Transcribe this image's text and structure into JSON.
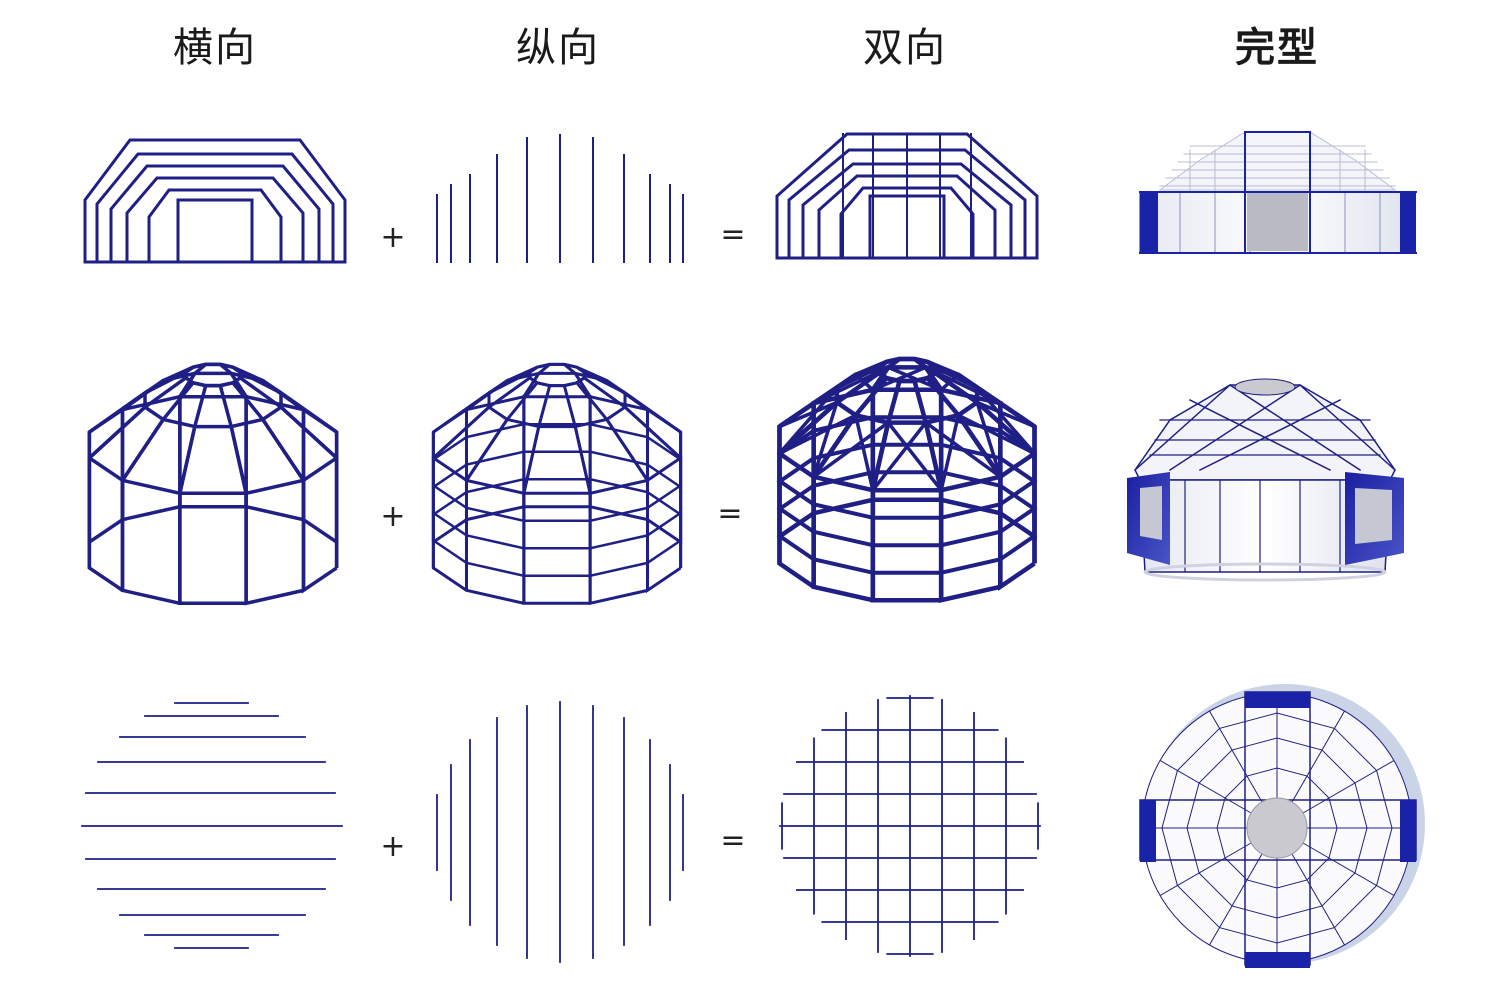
{
  "columns": [
    {
      "label": "横向"
    },
    {
      "label": "纵向"
    },
    {
      "label": "双向"
    },
    {
      "label": "完型"
    }
  ],
  "operators": {
    "plus": "+",
    "equals": "="
  },
  "colors": {
    "structure": "#1f1f86",
    "panel": "#eef0f8",
    "accent_panel": "#1a23a8",
    "glass": "#d8dbe6",
    "skylight": "#c9c9cf"
  }
}
